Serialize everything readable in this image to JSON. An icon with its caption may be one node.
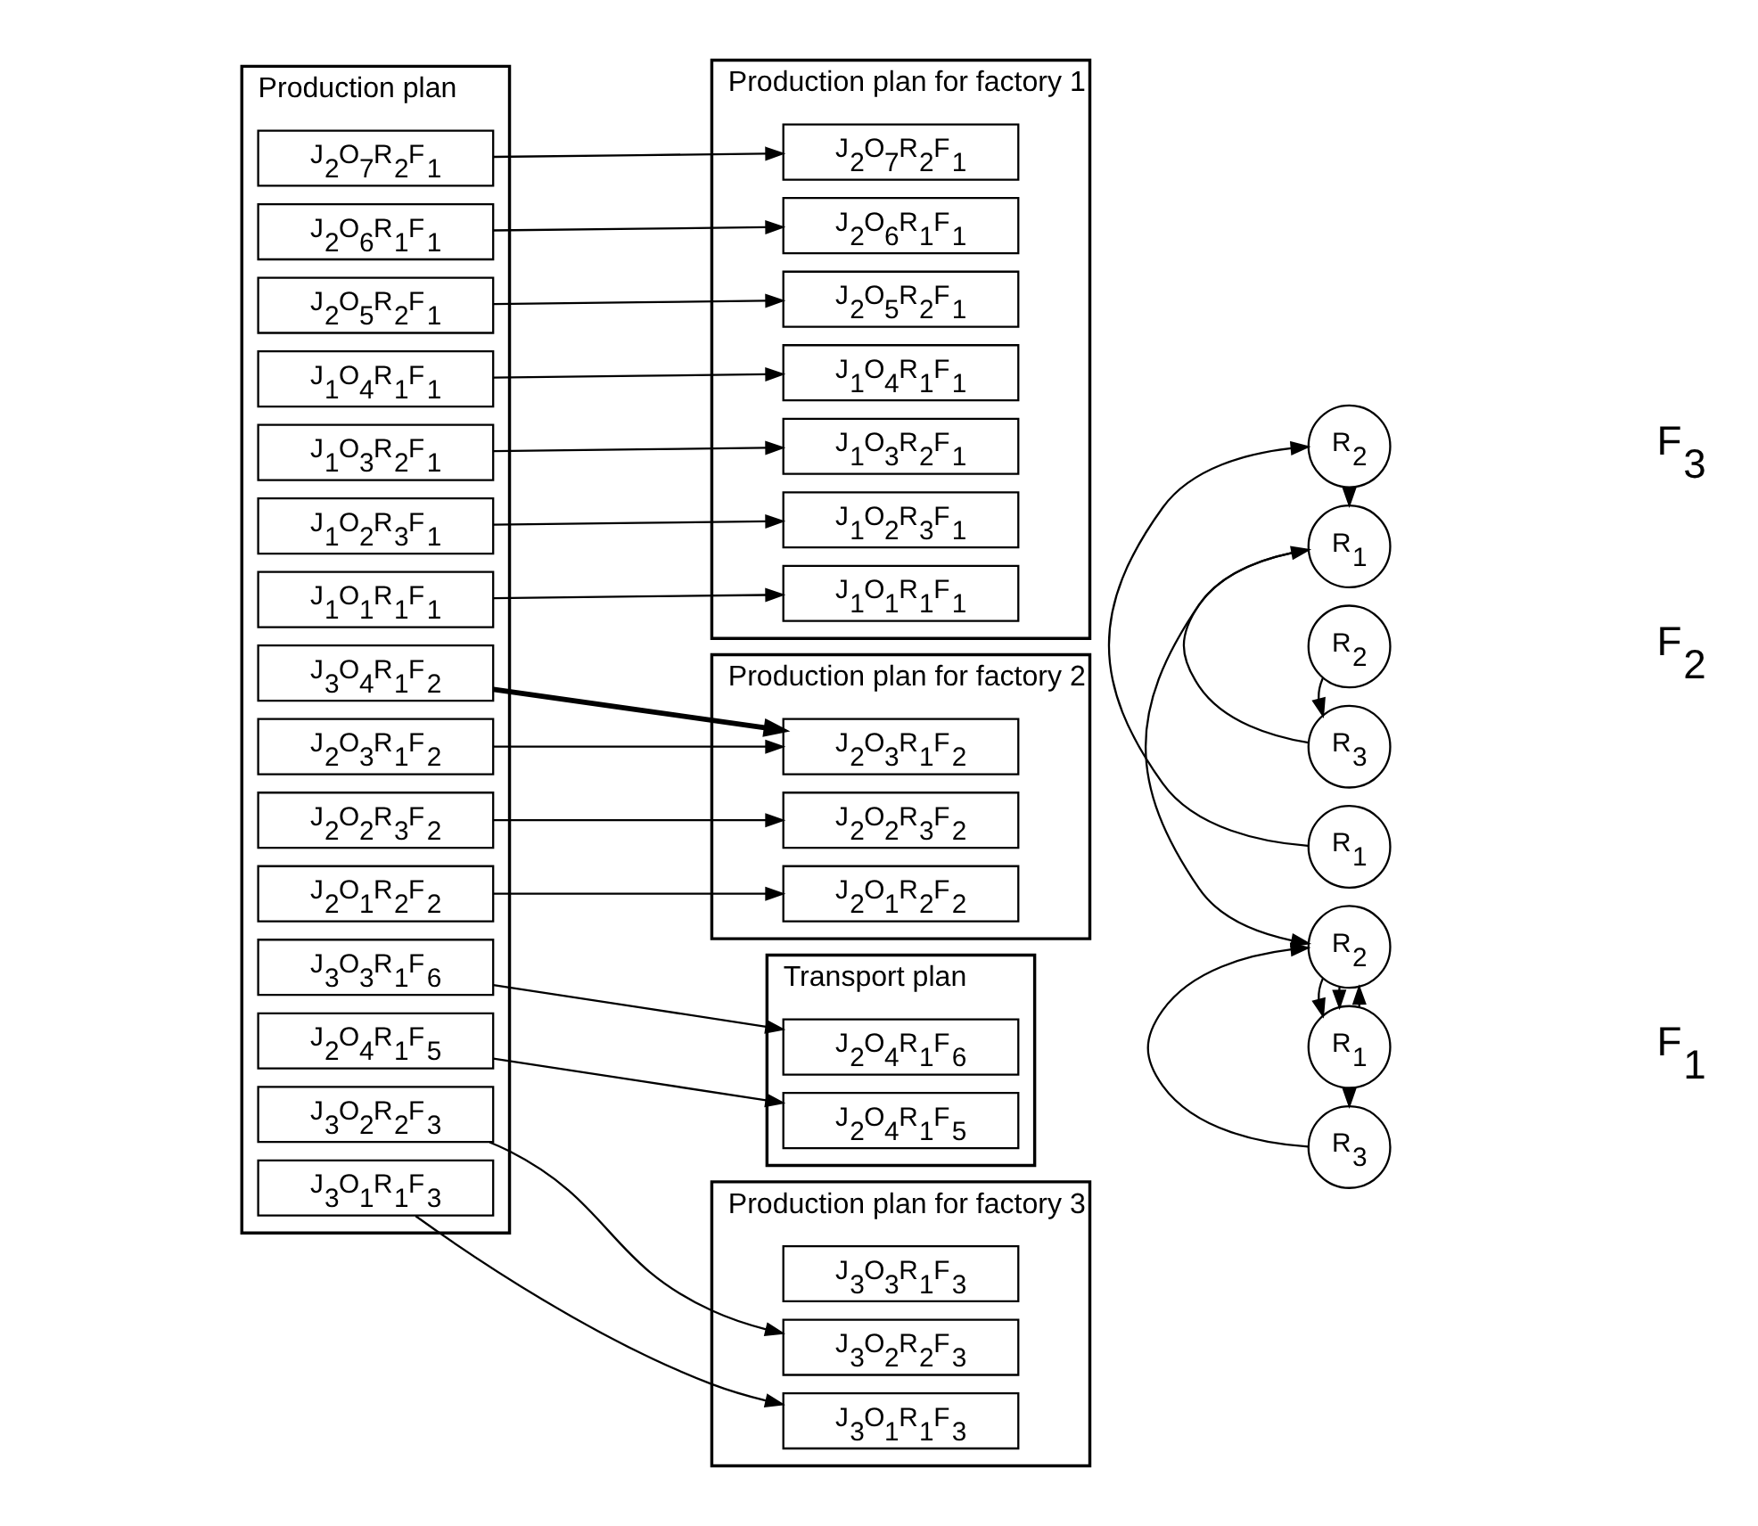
{
  "diagram": {
    "nodes": [
      {
        "text": [
          "Production plan"
        ]
      },
      {
        "text": [
          "J$_{1}$O$_{1}$R$_{1}$F$_{1}$"
        ],
        "in": 0
      },
      {
        "text": [
          "J$_{1}$O$_{2}$R$_{3}$F$_{1}$"
        ],
        "in": 0
      },
      {
        "text": [
          "J$_{1}$O$_{3}$R$_{2}$F$_{1}$"
        ],
        "in": 0
      },
      {
        "text": [
          "J$_{1}$O$_{4}$R$_{1}$F$_{1}$"
        ],
        "in": 0
      },
      {
        "text": [
          "J$_{2}$O$_{1}$R$_{2}$F$_{2}$"
        ],
        "in": 0
      },
      {
        "text": [
          "J$_{2}$O$_{2}$R$_{3}$F$_{2}$"
        ],
        "in": 0
      },
      {
        "text": [
          "J$_{2}$O$_{3}$R$_{1}$F$_{2}$"
        ],
        "in": 0
      },
      {
        "text": [
          "J$_{2}$O$_{4}$R$_{1}$F$_{5}$"
        ],
        "in": 0
      },
      {
        "text": [
          "J$_{2}$O$_{5}$R$_{2}$F$_{1}$"
        ],
        "in": 0
      },
      {
        "text": [
          "J$_{2}$O$_{6}$R$_{1}$F$_{1}$"
        ],
        "in": 0
      },
      {
        "text": [
          "J$_{2}$O$_{7}$R$_{2}$F$_{1}$"
        ],
        "in": 0
      },
      {
        "text": [
          "J$_{3}$O$_{1}$R$_{1}$F$_{3}$"
        ],
        "in": 0
      },
      {
        "text": [
          "J$_{3}$O$_{2}$R$_{2}$F$_{3}$"
        ],
        "in": 0
      },
      {
        "text": [
          "J$_{3}$O$_{3}$R$_{1}$F$_{6}$"
        ],
        "in": 0
      },
      {
        "text": [
          "J$_{3}$O$_{4}$R$_{1}$F$_{2}$"
        ],
        "in": 0
      },
      {
        "text": [
          "Production plan for factory 1"
        ]
      },
      {
        "text": [
          "J$_{1}$O$_{1}$R$_{1}$F$_{1}$"
        ],
        "in": 16
      },
      {
        "text": [
          "J$_{1}$O$_{2}$R$_{3}$F$_{1}$"
        ],
        "in": 16
      },
      {
        "text": [
          "J$_{1}$O$_{3}$R$_{2}$F$_{1}$"
        ],
        "in": 16
      },
      {
        "text": [
          "J$_{1}$O$_{4}$R$_{1}$F$_{1}$"
        ],
        "in": 16
      },
      {
        "text": [
          "J$_{2}$O$_{5}$R$_{2}$F$_{1}$"
        ],
        "in": 16
      },
      {
        "text": [
          "J$_{2}$O$_{6}$R$_{1}$F$_{1}$"
        ],
        "in": 16
      },
      {
        "text": [
          "J$_{2}$O$_{7}$R$_{2}$F$_{1}$"
        ],
        "in": 16
      },
      {
        "text": [
          "Production plan for factory 2"
        ]
      },
      {
        "text": [
          "J$_{2}$O$_{1}$R$_{2}$F$_{2}$"
        ],
        "in": 24
      },
      {
        "text": [
          "J$_{2}$O$_{2}$R$_{3}$F$_{2}$"
        ],
        "in": 24
      },
      {
        "text": [
          "J$_{2}$O$_{3}$R$_{1}$F$_{2}$"
        ],
        "in": 24
      },
      {
        "text": [
          "Production plan for factory 3"
        ]
      },
      {
        "text": [
          "J$_{3}$O$_{1}$R$_{1}$F$_{3}$"
        ],
        "in": 28
      },
      {
        "text": [
          "J$_{3}$O$_{2}$R$_{2}$F$_{3}$"
        ],
        "in": 28
      },
      {
        "text": [
          "J$_{3}$O$_{3}$R$_{1}$F$_{3}$"
        ],
        "in": 28
      },
      {
        "text": [
          "Transport plan"
        ]
      },
      {
        "text": [
          "J$_{2}$O$_{4}$R$_{1}$F$_{5}$"
        ],
        "in": 32
      },
      {
        "text": [
          "J$_{2}$O$_{4}$R$_{1}$F$_{6}$"
        ],
        "in": 32
      },
      {
        "text": [
          "R$_{1}$"
        ]
      },
      {
        "text": [
          "R$_{2}$"
        ]
      },
      {
        "text": [
          "R$_{3}$"
        ]
      },
      {
        "text": [
          "R$_{1}$"
        ]
      },
      {
        "text": [
          "R$_{2}$"
        ]
      },
      {
        "text": [
          "R$_{3}$"
        ]
      },
      {
        "text": [
          "R$_{1}$"
        ]
      },
      {
        "text": [
          "R$_{2}$"
        ]
      }
    ],
    "edges": [
      {
        "from": 1,
        "to": 17,
        "arrow": "to"
      },
      {
        "from": 2,
        "to": 18,
        "arrow": "to"
      },
      {
        "from": 3,
        "to": 19,
        "arrow": "to"
      },
      {
        "from": 4,
        "to": 20,
        "arrow": "to"
      },
      {
        "from": 5,
        "to": 25,
        "arrow": "to"
      },
      {
        "from": 6,
        "to": 26,
        "arrow": "to"
      },
      {
        "from": 7,
        "to": 27,
        "arrow": "to"
      },
      {
        "from": 8,
        "to": 33,
        "arrow": "to"
      },
      {
        "from": 9,
        "to": 21,
        "arrow": "to"
      },
      {
        "from": 10,
        "to": 22,
        "arrow": "to"
      },
      {
        "from": 11,
        "to": 23,
        "arrow": "to"
      },
      {
        "from": 12,
        "to": 29,
        "arrow": "to"
      },
      {
        "from": 13,
        "to": 30,
        "arrow": "to"
      },
      {
        "from": 14,
        "to": 34,
        "arrow": "to"
      },
      {
        "from": 15,
        "to": 27,
        "arrow": "to",
        "style": "thick"
      },
      {
        "from": 35,
        "to": 36,
        "arrow": "to"
      },
      {
        "from": 36,
        "to": 35,
        "arrow": "to"
      },
      {
        "from": 36,
        "to": 35,
        "arrow": "to"
      },
      {
        "from": 35,
        "to": 37,
        "arrow": "to"
      },
      {
        "from": 37,
        "to": 36,
        "arrow": "to"
      },
      {
        "from": 38,
        "to": 36,
        "arrow": "to"
      },
      {
        "from": 40,
        "to": 38,
        "arrow": "to"
      },
      {
        "from": 39,
        "to": 40,
        "arrow": "to"
      },
      {
        "from": 42,
        "to": 38,
        "arrow": "to"
      },
      {
        "from": 41,
        "to": 42,
        "arrow": "to"
      }
    ],
    "labels": [
      "F$_{1}$",
      "F$_{2}$",
      "F$_{3}$"
    ]
  }
}
